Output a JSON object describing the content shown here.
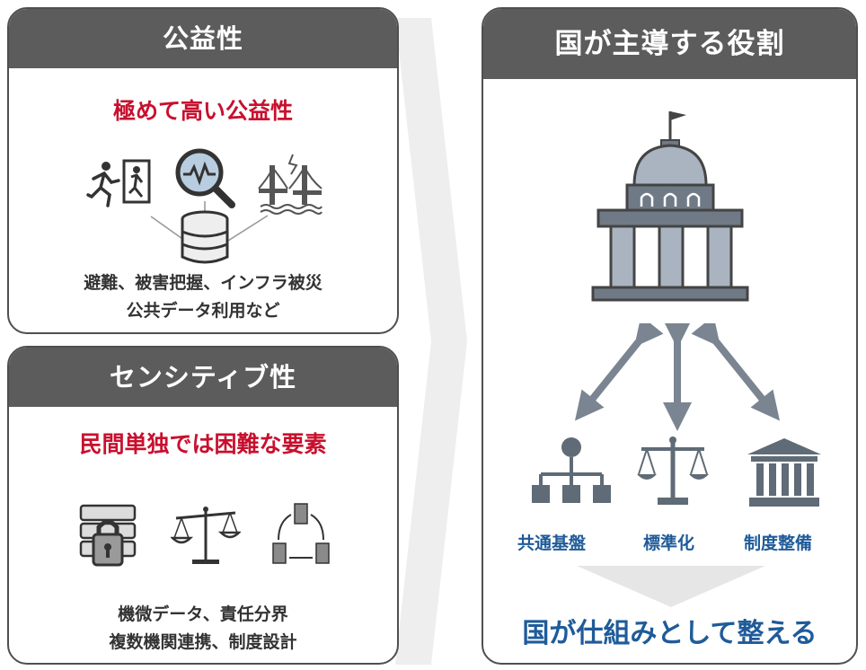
{
  "left_top": {
    "title": "公益性",
    "highlight": "極めて高い公益性",
    "caption_line1": "避難、被害把握、インフラ被災",
    "caption_line2": "公共データ利用など",
    "icons": [
      "evacuation-icon",
      "monitoring-magnifier-icon",
      "damaged-bridge-icon",
      "database-icon"
    ]
  },
  "left_bottom": {
    "title": "センシティブ性",
    "highlight": "民間単独では困難な要素",
    "caption_line1": "機微データ、責任分界",
    "caption_line2": "複数機関連携、制度設計",
    "icons": [
      "locked-server-icon",
      "balance-scale-icon",
      "linked-buildings-icon"
    ]
  },
  "right": {
    "title": "国が主導する役割",
    "labels": [
      "共通基盤",
      "標準化",
      "制度整備"
    ],
    "conclusion": "国が仕組みとして整える",
    "icons": [
      "government-building-icon",
      "org-hierarchy-icon",
      "scale-icon",
      "institution-icon"
    ]
  },
  "colors": {
    "header_gray": "#5c5c5c",
    "highlight_red": "#c8102e",
    "label_blue": "#1f5b99"
  }
}
